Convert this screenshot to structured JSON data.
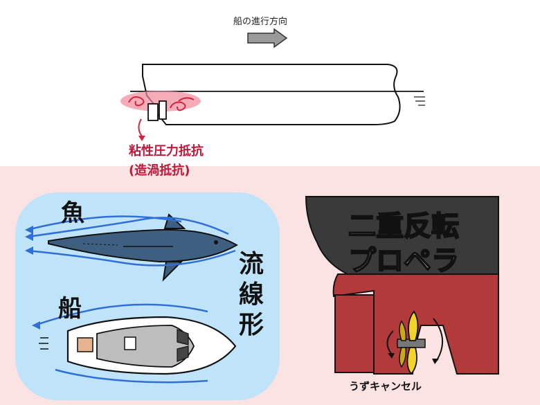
{
  "top": {
    "direction_label": "船の進行方向",
    "resistance_line1": "粘性圧力抵抗",
    "resistance_line2": "(造渦抵抗)"
  },
  "left_panel": {
    "fish_label": "魚",
    "ship_label": "船",
    "streamline_label": "流線形"
  },
  "right_panel": {
    "title_line1": "二重反転",
    "title_line2": "プロペラ",
    "vortex_cancel_label": "うずキャンセル"
  },
  "colors": {
    "lower_background": "#fbe3e3",
    "water": "#bfe3f8",
    "fish_body": "#3f5f80",
    "flow_arrows": "#2f6fd6",
    "vortex": "#e0455e",
    "resistance_text": "#c0183a",
    "hull_red": "#b23a3a",
    "hull_dark": "#3a3a3a",
    "propeller": "#f2d32a"
  }
}
